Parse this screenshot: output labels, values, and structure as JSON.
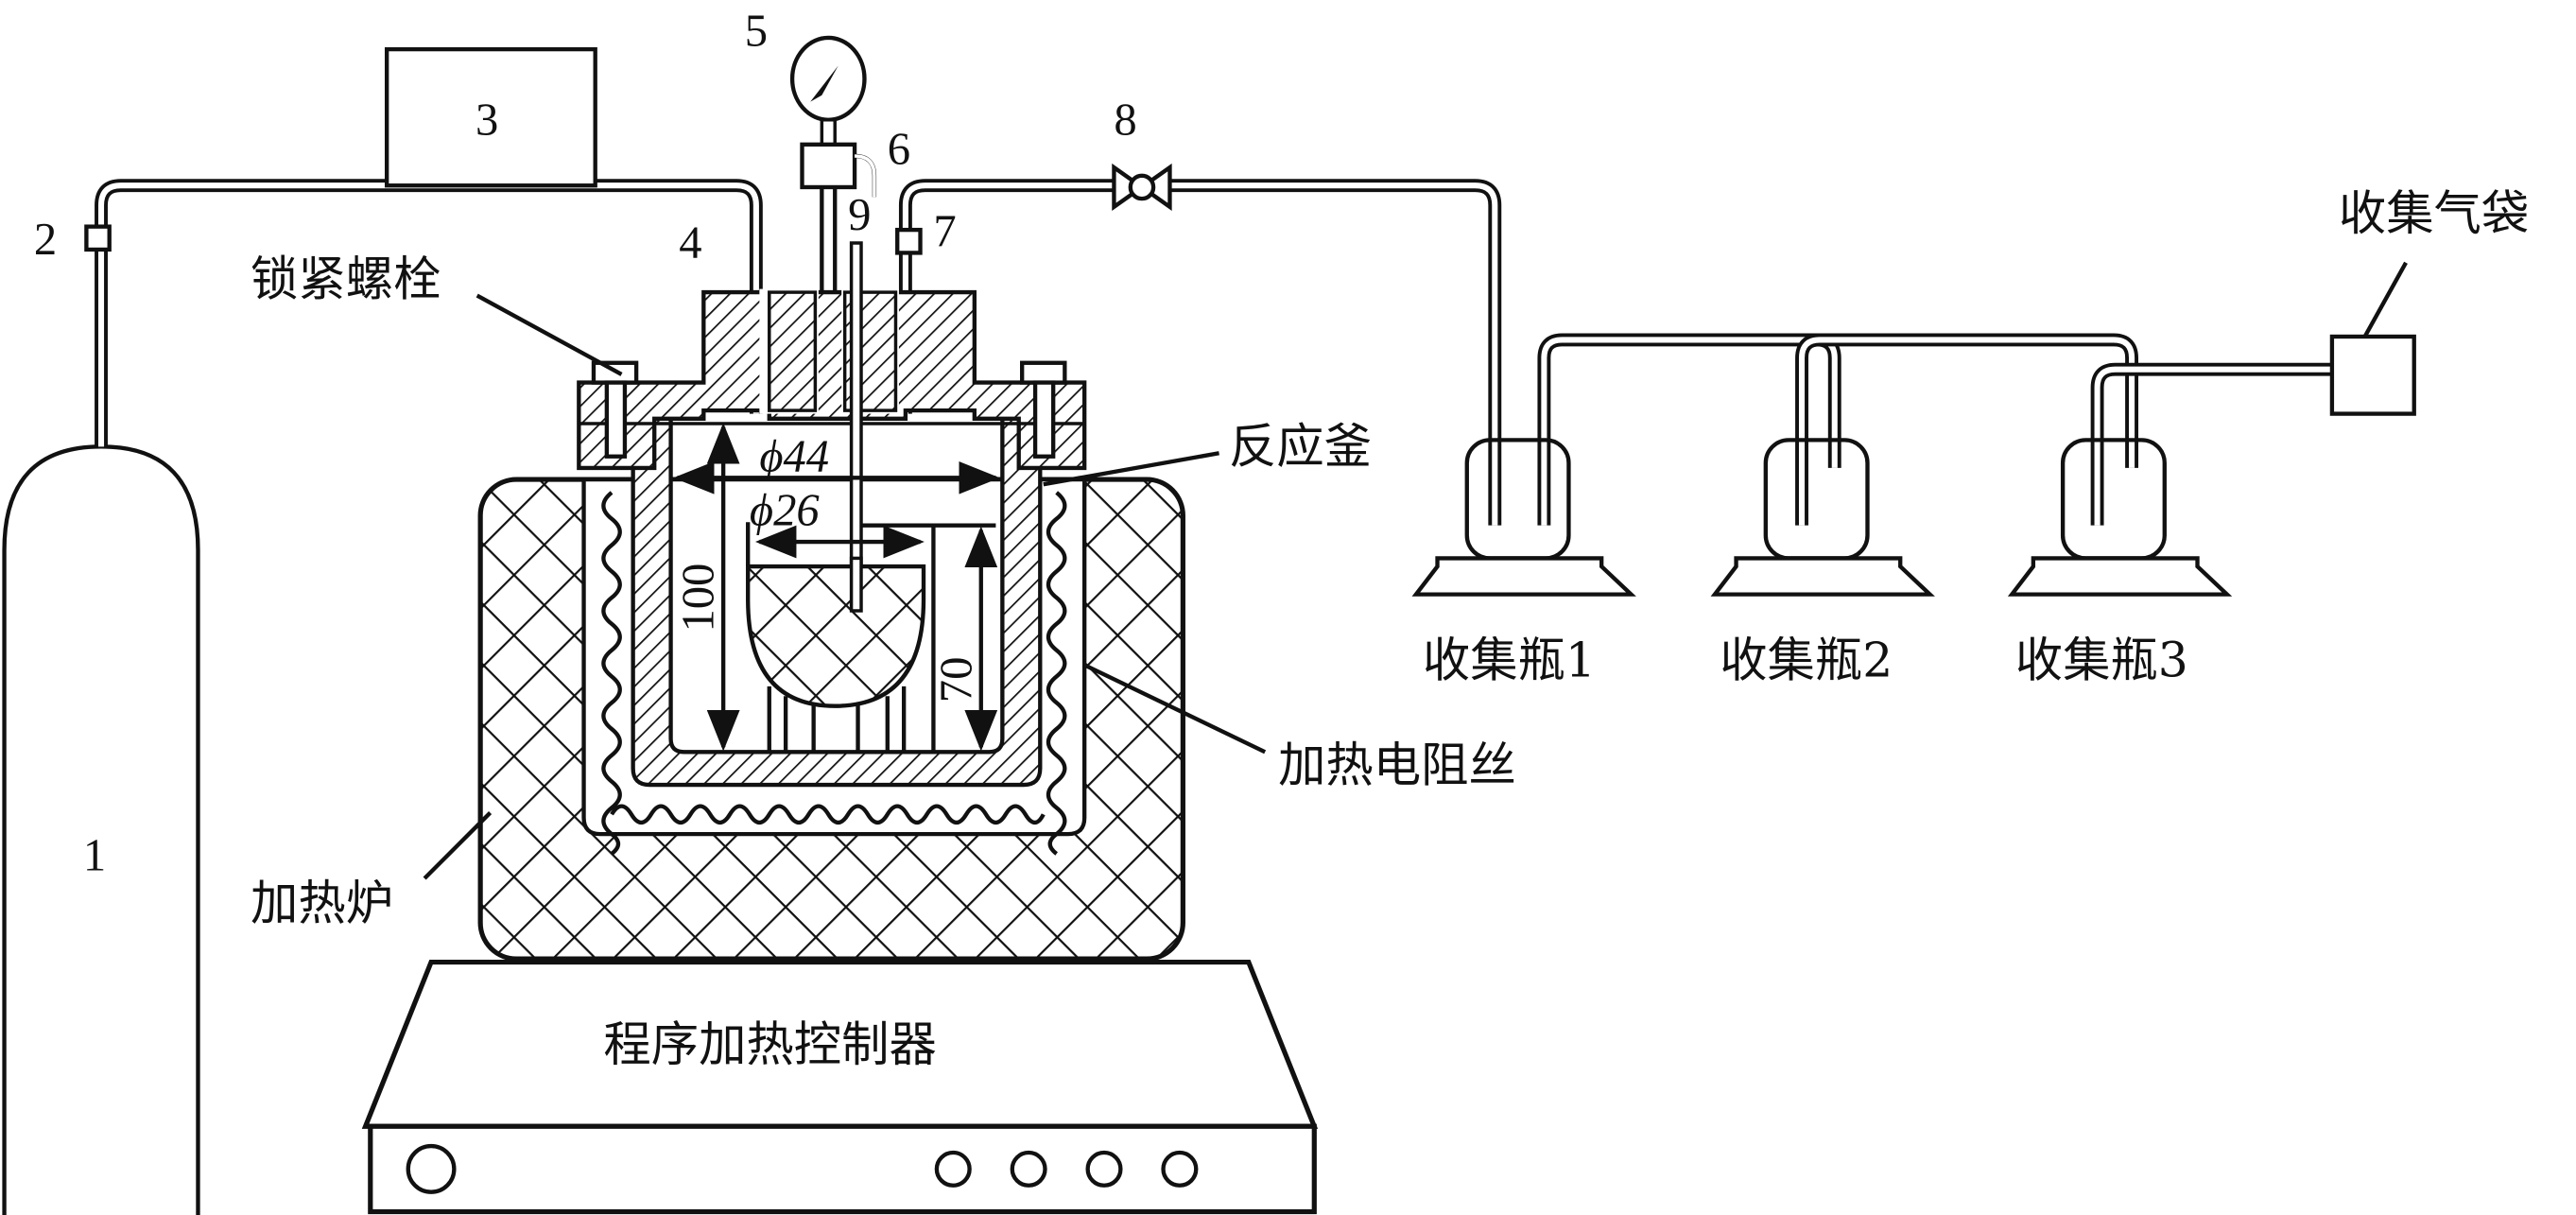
{
  "labels": {
    "cylinder": "1",
    "valve_2": "2",
    "box_3": "3",
    "valve_4": "4",
    "gauge_5": "5",
    "vent_6": "6",
    "valve_7": "7",
    "valve_8": "8",
    "thermocouple_9": "9",
    "bolt": "锁紧螺栓",
    "reactor": "反应釜",
    "heating_wire": "加热电阻丝",
    "furnace": "加热炉",
    "controller": "程序加热控制器",
    "bottle_1": "收集瓶1",
    "bottle_2": "收集瓶2",
    "bottle_3": "收集瓶3",
    "gas_bag": "收集气袋"
  },
  "dimensions": {
    "outer_diameter": "ϕ44",
    "crucible_diameter": "ϕ26",
    "height": "100",
    "crucible_height": "70"
  }
}
